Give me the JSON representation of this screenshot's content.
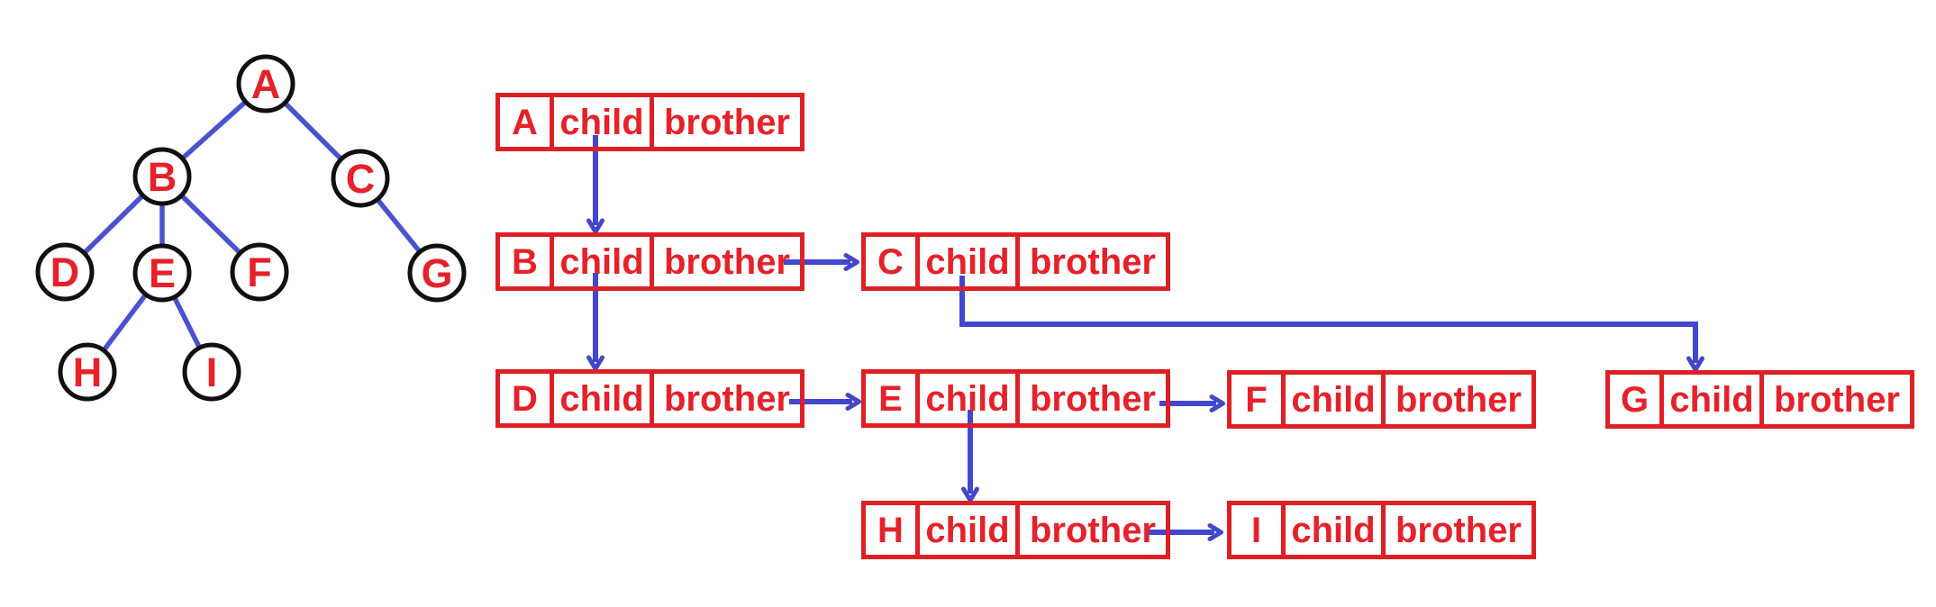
{
  "diagram_type": "tree and first-child / next-brother (child-brother) linked representation",
  "colors": {
    "box_border_red": "#dc2025",
    "text_red": "#e62129",
    "arrow_blue": "#4247cd",
    "tree_edge_blue": "#4a52d2",
    "circle_outline_black": "#101010",
    "background": "#ffffff"
  },
  "tree": {
    "nodes": [
      {
        "id": "A",
        "label": "A"
      },
      {
        "id": "B",
        "label": "B"
      },
      {
        "id": "C",
        "label": "C"
      },
      {
        "id": "D",
        "label": "D"
      },
      {
        "id": "E",
        "label": "E"
      },
      {
        "id": "F",
        "label": "F"
      },
      {
        "id": "G",
        "label": "G"
      },
      {
        "id": "H",
        "label": "H"
      },
      {
        "id": "I",
        "label": "I"
      }
    ],
    "edges": [
      {
        "from": "A",
        "to": "B"
      },
      {
        "from": "A",
        "to": "C"
      },
      {
        "from": "B",
        "to": "D"
      },
      {
        "from": "B",
        "to": "E"
      },
      {
        "from": "B",
        "to": "F"
      },
      {
        "from": "C",
        "to": "G"
      },
      {
        "from": "E",
        "to": "H"
      },
      {
        "from": "E",
        "to": "I"
      }
    ]
  },
  "cell_labels": {
    "child": "child",
    "brother": "brother"
  },
  "records": [
    {
      "letter": "A",
      "child_points_to": "B",
      "brother_points_to": null
    },
    {
      "letter": "B",
      "child_points_to": "D",
      "brother_points_to": "C"
    },
    {
      "letter": "C",
      "child_points_to": "G",
      "brother_points_to": null
    },
    {
      "letter": "D",
      "child_points_to": null,
      "brother_points_to": "E"
    },
    {
      "letter": "E",
      "child_points_to": "H",
      "brother_points_to": "F"
    },
    {
      "letter": "F",
      "child_points_to": null,
      "brother_points_to": null
    },
    {
      "letter": "G",
      "child_points_to": null,
      "brother_points_to": null
    },
    {
      "letter": "H",
      "child_points_to": null,
      "brother_points_to": "I"
    },
    {
      "letter": "I",
      "child_points_to": null,
      "brother_points_to": null
    }
  ]
}
